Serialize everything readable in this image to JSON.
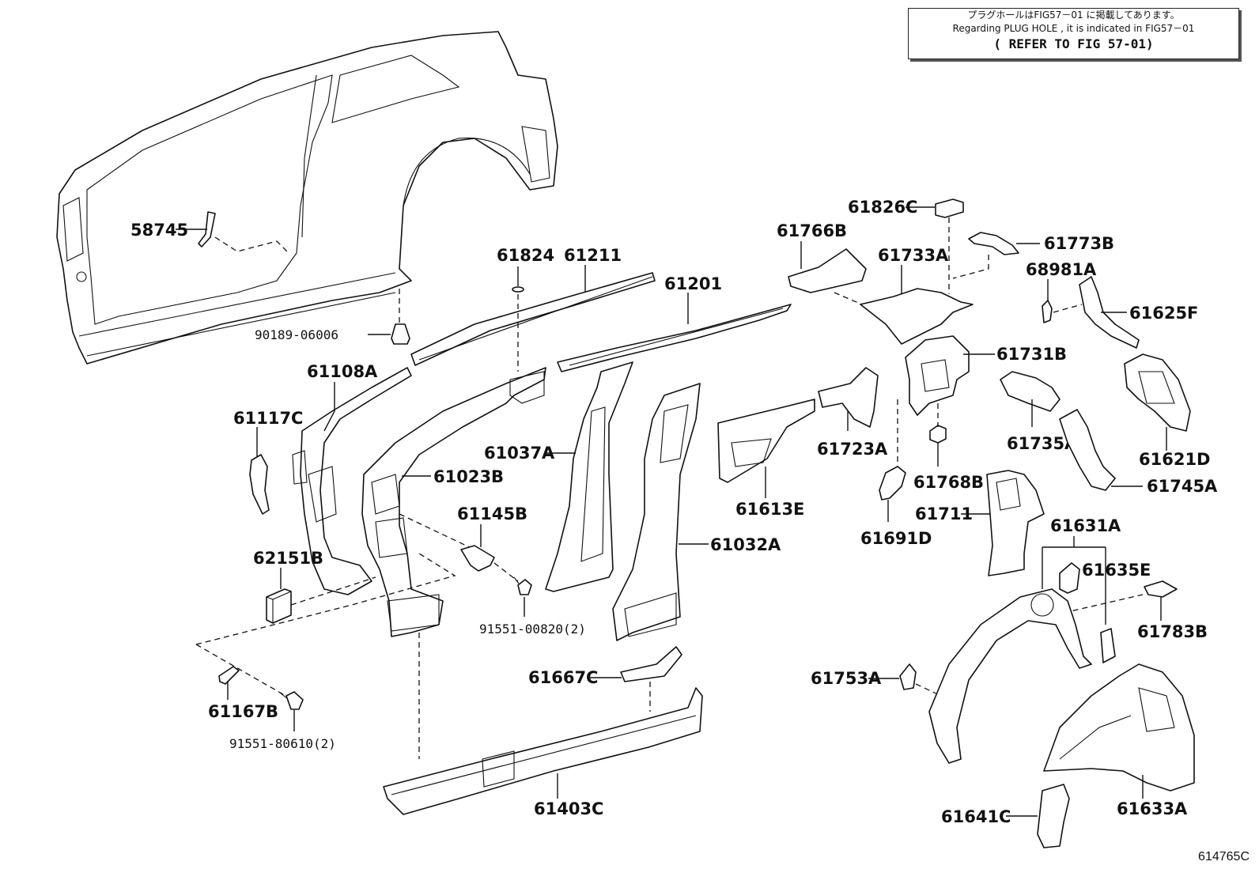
{
  "note": {
    "line_ja": "プラグホールはFIG57－01 に掲載してあります。",
    "line_en": "Regarding PLUG HOLE , it is indicated in FIG57－01",
    "line_ref": "( REFER TO FIG 57-01)"
  },
  "figure_code": "614765C",
  "labels": {
    "p58745": "58745",
    "p90189": "90189-06006",
    "p61824": "61824",
    "p61211": "61211",
    "p61201": "61201",
    "p61108A": "61108A",
    "p61117C": "61117C",
    "p61037A": "61037A",
    "p61023B": "61023B",
    "p61145B": "61145B",
    "p62151B": "62151B",
    "p91551_00820": "91551-00820(2)",
    "p61032A": "61032A",
    "p61167B": "61167B",
    "p91551_80610": "91551-80610(2)",
    "p61667C": "61667C",
    "p61403C": "61403C",
    "p61613E": "61613E",
    "p61723A": "61723A",
    "p61766B": "61766B",
    "p61826C": "61826C",
    "p61733A": "61733A",
    "p61773B": "61773B",
    "p68981A": "68981A",
    "p61625F": "61625F",
    "p61731B": "61731B",
    "p61768B": "61768B",
    "p61691D": "61691D",
    "p61735A": "61735A",
    "p61621D": "61621D",
    "p61745A": "61745A",
    "p61711": "61711",
    "p61631A": "61631A",
    "p61635E": "61635E",
    "p61783B": "61783B",
    "p61753A": "61753A",
    "p61633A": "61633A",
    "p61641C": "61641C"
  }
}
